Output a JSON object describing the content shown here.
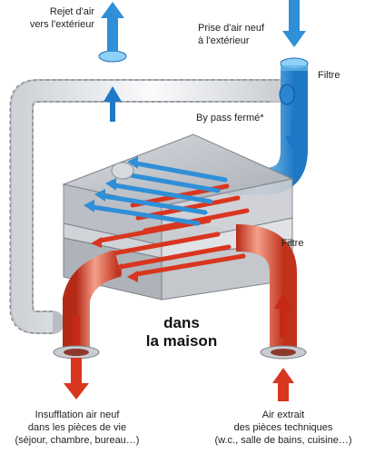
{
  "labels": {
    "rejet_line1": "Rejet d'air",
    "rejet_line2": "vers l'extérieur",
    "prise_line1": "Prise d'air neuf",
    "prise_line2": "à l'extérieur",
    "filtre_top": "Filtre",
    "bypass": "By pass fermé*",
    "filtre_mid": "Filtre",
    "maison_line1": "dans",
    "maison_line2": "la maison",
    "insufflation_line1": "Insufflation air neuf",
    "insufflation_line2": "dans les pièces de vie",
    "insufflation_line3": "(séjour, chambre, bureau…)",
    "extrait_line1": "Air extrait",
    "extrait_line2": "des pièces techniques",
    "extrait_line3": "(w.c., salle de bains, cuisine…)"
  },
  "colors": {
    "cold_air": "#2f8fd8",
    "warm_air": "#d9361f",
    "bypass_duct": "#e9ecef",
    "exchanger_body": "#b9bdc3"
  }
}
